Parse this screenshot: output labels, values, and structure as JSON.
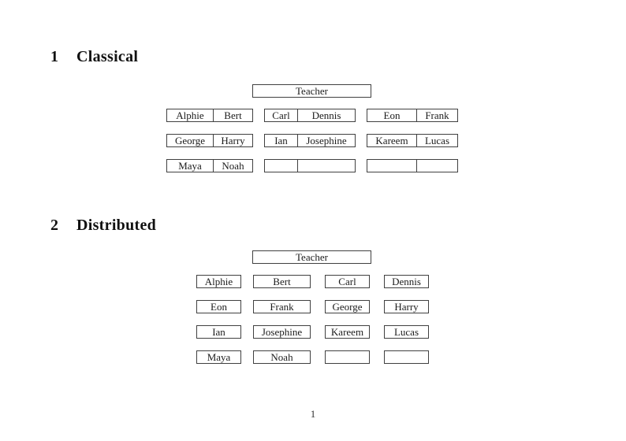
{
  "page": {
    "background": "#ffffff",
    "text_color": "#1b1b1b",
    "border_color": "#404040",
    "page_number": "1"
  },
  "sections": [
    {
      "number": "1",
      "title": "Classical"
    },
    {
      "number": "2",
      "title": "Distributed"
    }
  ],
  "classical": {
    "teacher": "Teacher",
    "columns": [
      {
        "rows": [
          [
            "Alphie",
            "Bert"
          ],
          [
            "George",
            "Harry"
          ],
          [
            "Maya",
            "Noah"
          ]
        ]
      },
      {
        "rows": [
          [
            "Carl",
            "Dennis"
          ],
          [
            "Ian",
            "Josephine"
          ],
          [
            "",
            ""
          ]
        ]
      },
      {
        "rows": [
          [
            "Eon",
            "Frank"
          ],
          [
            "Kareem",
            "Lucas"
          ],
          [
            "",
            ""
          ]
        ]
      }
    ]
  },
  "distributed": {
    "teacher": "Teacher",
    "rows": [
      [
        "Alphie",
        "Bert",
        "Carl",
        "Dennis"
      ],
      [
        "Eon",
        "Frank",
        "George",
        "Harry"
      ],
      [
        "Ian",
        "Josephine",
        "Kareem",
        "Lucas"
      ],
      [
        "Maya",
        "Noah",
        "",
        ""
      ]
    ]
  }
}
